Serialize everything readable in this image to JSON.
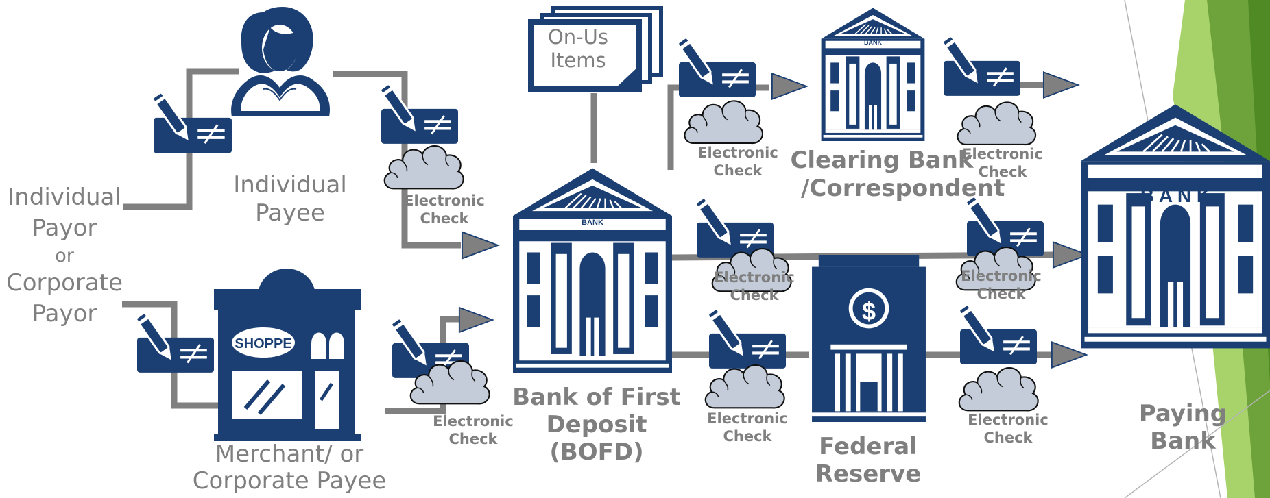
{
  "colors": {
    "navy": "#1b3f72",
    "connector": "#808080",
    "label": "#7f7f7f",
    "cloud": "#c3ccd8",
    "green_dark": "#5b8f2a",
    "green_light": "#a8d36a"
  },
  "icons": {
    "payee_person": "person-icon",
    "merchant": "storefront-icon",
    "bank": "bank-building-icon",
    "federal_reserve": "federal-reserve-building-icon",
    "check": "check-pen-icon",
    "cloud": "cloud-icon",
    "arrow": "arrowhead-icon",
    "on_us": "document-stack-icon"
  },
  "labels": {
    "payor": [
      "Individual",
      "Payor",
      "or",
      "Corporate",
      "Payor"
    ],
    "individual_payee": [
      "Individual",
      "Payee"
    ],
    "merchant_payee": [
      "Merchant/ or",
      "Corporate Payee"
    ],
    "on_us": [
      "On-Us",
      "Items"
    ],
    "bofd": [
      "Bank of First",
      "Deposit",
      "(BOFD)"
    ],
    "clearing_bank": [
      "Clearing Bank",
      "/Correspondent"
    ],
    "federal_reserve": [
      "Federal",
      "Reserve"
    ],
    "paying_bank": [
      "Paying",
      "Bank"
    ],
    "bank_sign_small": "BANK",
    "bank_sign_large": "B A N K",
    "shoppe_sign": "SHOPPE",
    "dollar_sign": "$",
    "electronic_check": [
      "Electronic",
      "Check"
    ]
  }
}
